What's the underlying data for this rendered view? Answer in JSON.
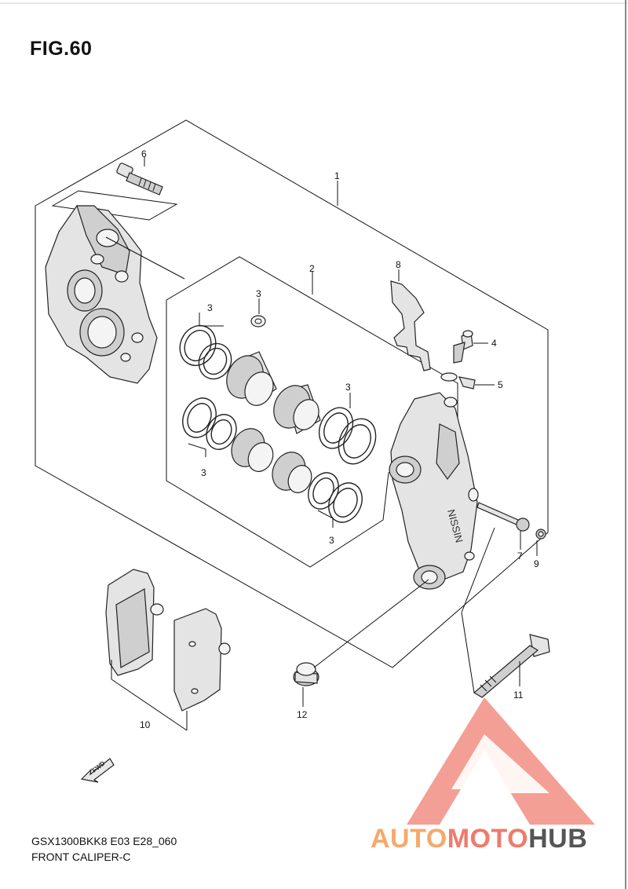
{
  "figure": {
    "title": "FIG.60"
  },
  "footer": {
    "model_code": "GSX1300BKK8 E03 E28_060",
    "caption": "FRONT CALIPER-C"
  },
  "callouts": [
    "1",
    "2",
    "3",
    "3",
    "3",
    "3",
    "3",
    "4",
    "5",
    "6",
    "7",
    "8",
    "9",
    "10",
    "11",
    "12"
  ],
  "fwd_arrow": {
    "label": "FWD"
  },
  "caliper_brand": "NISSIN",
  "watermark": {
    "part1": "AUTO",
    "part2": "MOTO",
    "part3": "HUB",
    "color_light": "#f6a96b",
    "color_mid": "#ee7b6b",
    "color_dark": "#555555",
    "logo_color": "#ee6a5a"
  }
}
